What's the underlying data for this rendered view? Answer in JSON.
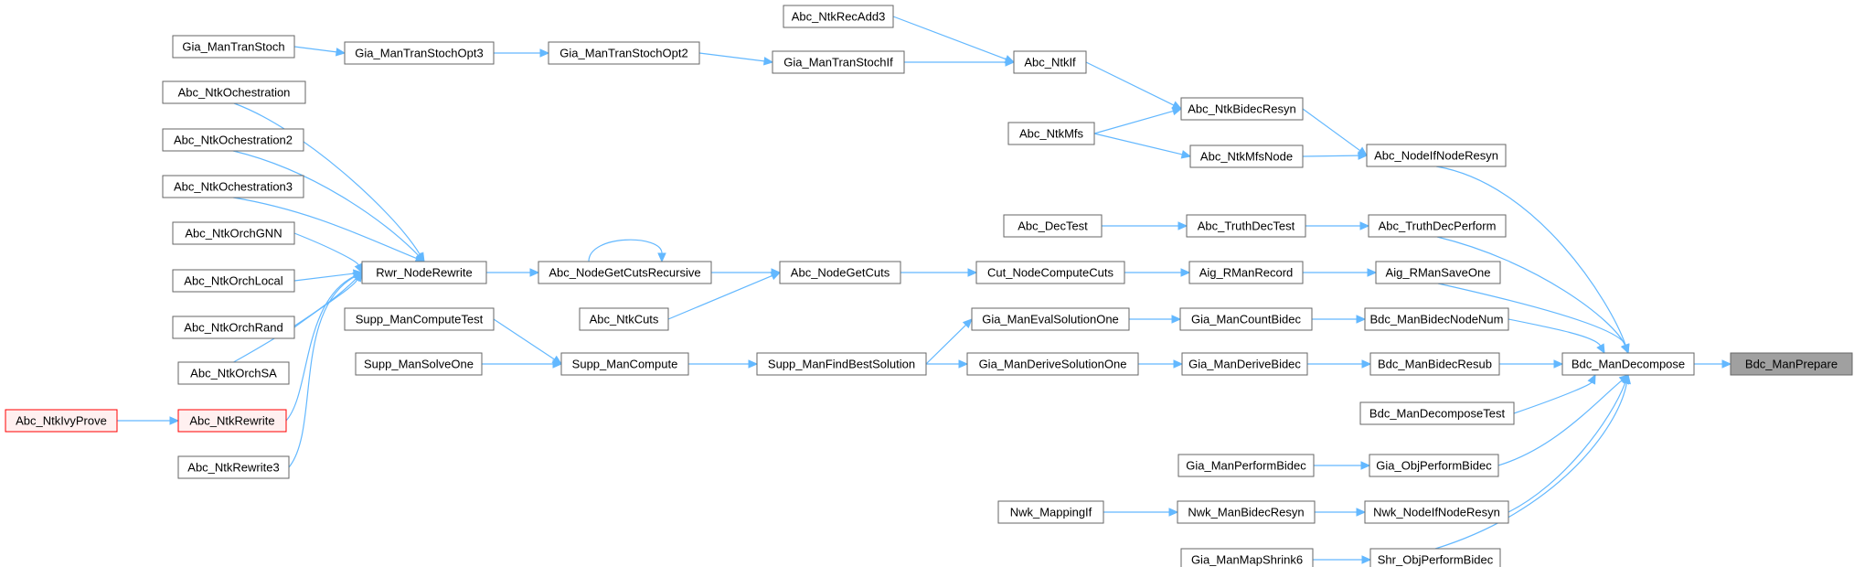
{
  "graph": {
    "colors": {
      "edge": "#63b8ff",
      "node_border": "#666666",
      "root_fill": "#a0a0a0",
      "highlight_border": "#ff0000",
      "highlight_fill": "#fff0f0"
    },
    "nodes": {
      "bdc_manprepare": "Bdc_ManPrepare",
      "bdc_mandecompose": "Bdc_ManDecompose",
      "abc_nodeifnoderesyn": "Abc_NodeIfNodeResyn",
      "abc_ntkbidecresyn": "Abc_NtkBidecResyn",
      "abc_ntkif": "Abc_NtkIf",
      "abc_ntkrecadd3": "Abc_NtkRecAdd3",
      "gia_mantranstochif": "Gia_ManTranStochIf",
      "gia_mantranstochopt2": "Gia_ManTranStochOpt2",
      "gia_mantranstochopt3": "Gia_ManTranStochOpt3",
      "gia_mantranstoch": "Gia_ManTranStoch",
      "abc_ntkmfs": "Abc_NtkMfs",
      "abc_ntkmfsnode": "Abc_NtkMfsNode",
      "abc_truthdecperform": "Abc_TruthDecPerform",
      "abc_truthdectest": "Abc_TruthDecTest",
      "abc_dectest": "Abc_DecTest",
      "aig_rmansaveone": "Aig_RManSaveOne",
      "aig_rmanrecord": "Aig_RManRecord",
      "cut_nodecomputecuts": "Cut_NodeComputeCuts",
      "abc_nodegetcuts": "Abc_NodeGetCuts",
      "abc_nodegetcutsrecursive": "Abc_NodeGetCutsRecursive",
      "rwr_noderewrite": "Rwr_NodeRewrite",
      "abc_ntkochestration": "Abc_NtkOchestration",
      "abc_ntkochestration2": "Abc_NtkOchestration2",
      "abc_ntkochestration3": "Abc_NtkOchestration3",
      "abc_ntkorchgnn": "Abc_NtkOrchGNN",
      "abc_ntkorchlocal": "Abc_NtkOrchLocal",
      "abc_ntkorchrand": "Abc_NtkOrchRand",
      "abc_ntkorchsa": "Abc_NtkOrchSA",
      "abc_ntkrewrite": "Abc_NtkRewrite",
      "abc_ntkivyprove": "Abc_NtkIvyProve",
      "abc_ntkrewrite3": "Abc_NtkRewrite3",
      "abc_ntkcuts": "Abc_NtkCuts",
      "bdc_manbidecnodenum": "Bdc_ManBidecNodeNum",
      "gia_mancountbidec": "Gia_ManCountBidec",
      "gia_manevalsolutionone": "Gia_ManEvalSolutionOne",
      "supp_manfindbestsolution": "Supp_ManFindBestSolution",
      "supp_mancompute": "Supp_ManCompute",
      "supp_mancomputetest": "Supp_ManComputeTest",
      "supp_mansolveone": "Supp_ManSolveOne",
      "bdc_manbidecresub": "Bdc_ManBidecResub",
      "gia_manderivebidec": "Gia_ManDeriveBidec",
      "gia_manderivesolutionone": "Gia_ManDeriveSolutionOne",
      "bdc_mandecomposetest": "Bdc_ManDecomposeTest",
      "gia_objperformbidec": "Gia_ObjPerformBidec",
      "gia_manperformbidec": "Gia_ManPerformBidec",
      "nwk_nodeifnoderesyn": "Nwk_NodeIfNodeResyn",
      "nwk_manbidecresyn": "Nwk_ManBidecResyn",
      "nwk_mappingif": "Nwk_MappingIf",
      "shr_objperformbidec": "Shr_ObjPerformBidec",
      "gia_manmapshrink6": "Gia_ManMapShrink6"
    }
  }
}
